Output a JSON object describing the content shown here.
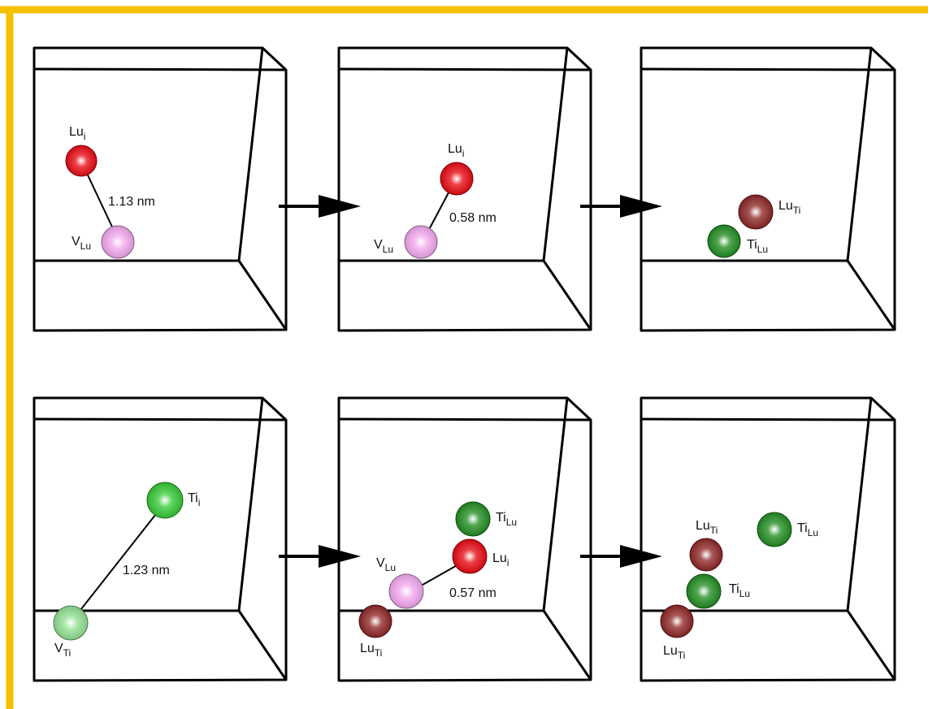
{
  "colors": {
    "border": "#f5c000",
    "lu_interstitial": "#e8000a",
    "lu_vacancy": "#f4a6f0",
    "ti_interstitial": "#2fc82f",
    "ti_vacancy": "#8fe08f",
    "lu_antisite": "#8b1f1f",
    "ti_antisite": "#1a8a1a"
  },
  "panels": [
    {
      "atoms": [
        {
          "species": "lu_interstitial",
          "label": {
            "main": "Lu",
            "sub": "i"
          }
        },
        {
          "species": "lu_vacancy",
          "label": {
            "main": "V",
            "sub": "Lu"
          }
        }
      ],
      "distance": "1.13 nm"
    },
    {
      "atoms": [
        {
          "species": "lu_interstitial",
          "label": {
            "main": "Lu",
            "sub": "i"
          }
        },
        {
          "species": "lu_vacancy",
          "label": {
            "main": "V",
            "sub": "Lu"
          }
        }
      ],
      "distance": "0.58 nm"
    },
    {
      "atoms": [
        {
          "species": "lu_antisite",
          "label": {
            "main": "Lu",
            "sub": "Ti"
          }
        },
        {
          "species": "ti_antisite",
          "label": {
            "main": "Ti",
            "sub": "Lu"
          }
        }
      ],
      "distance": ""
    },
    {
      "atoms": [
        {
          "species": "ti_interstitial",
          "label": {
            "main": "Ti",
            "sub": "i"
          }
        },
        {
          "species": "ti_vacancy",
          "label": {
            "main": "V",
            "sub": "Ti"
          }
        }
      ],
      "distance": "1.23 nm"
    },
    {
      "atoms": [
        {
          "species": "ti_antisite",
          "label": {
            "main": "Ti",
            "sub": "Lu"
          }
        },
        {
          "species": "lu_interstitial",
          "label": {
            "main": "Lu",
            "sub": "i"
          }
        },
        {
          "species": "lu_vacancy",
          "label": {
            "main": "V",
            "sub": "Lu"
          }
        },
        {
          "species": "lu_antisite",
          "label": {
            "main": "Lu",
            "sub": "Ti"
          }
        }
      ],
      "distance": "0.57 nm"
    },
    {
      "atoms": [
        {
          "species": "lu_antisite",
          "label": {
            "main": "Lu",
            "sub": "Ti"
          }
        },
        {
          "species": "ti_antisite",
          "label": {
            "main": "Ti",
            "sub": "Lu"
          }
        },
        {
          "species": "ti_antisite",
          "label": {
            "main": "Ti",
            "sub": "Lu"
          }
        },
        {
          "species": "lu_antisite",
          "label": {
            "main": "Lu",
            "sub": "Ti"
          }
        }
      ],
      "distance": ""
    }
  ]
}
